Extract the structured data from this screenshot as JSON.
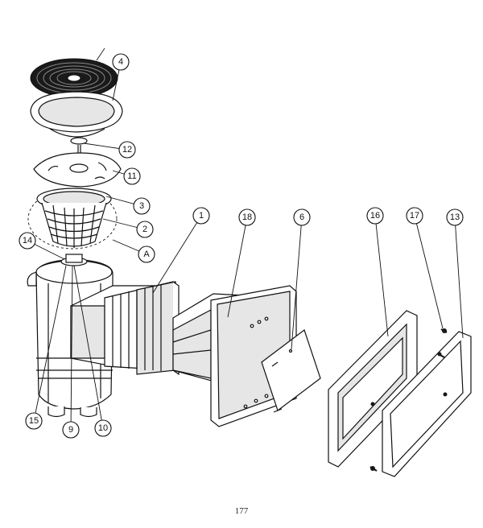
{
  "diagram": {
    "callouts": {
      "c4": "4",
      "c12": "12",
      "c11": "11",
      "c3": "3",
      "c2": "2",
      "cA": "A",
      "c14": "14",
      "c1": "1",
      "c18": "18",
      "c6": "6",
      "c16": "16",
      "c17": "17",
      "c13": "13",
      "c15": "15",
      "c9": "9",
      "c10": "10"
    }
  },
  "footer": {
    "page_number": "177"
  }
}
